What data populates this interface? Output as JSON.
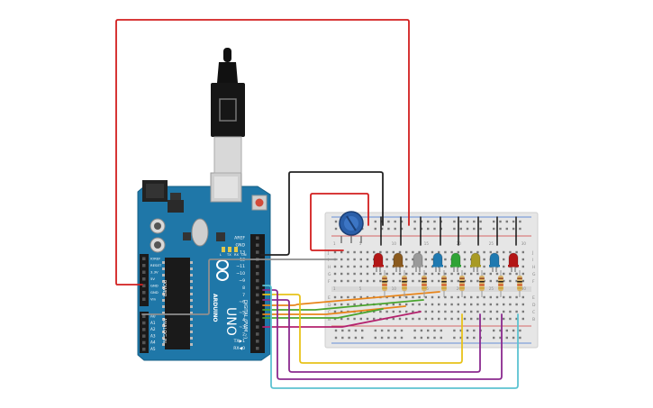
{
  "colors": {
    "background": "#ffffff",
    "arduino_board": "#1f77a8",
    "arduino_dark": "#155f86",
    "breadboard": "#e6e6e6",
    "breadboard_rail_red": "#d23a3a",
    "breadboard_rail_blue": "#3a6fd2",
    "usb_cable": "#111111",
    "wire_red": "#d21f1f",
    "wire_black": "#222222",
    "wire_gray": "#8f8f8f",
    "wire_orange": "#e8851a",
    "wire_green": "#4aa52e",
    "wire_purple": "#8b2a8f",
    "wire_yellow": "#e8c21a",
    "wire_cyan": "#5cc3d1",
    "wire_magenta": "#b4226e",
    "potentiometer": "#2a5ea8"
  },
  "arduino": {
    "brand": "ARDUINO",
    "model": "UNO",
    "digital_label": "DIGITAL (PWM ~)",
    "power_label": "POWER",
    "analog_label": "ANALOG IN",
    "top_pins": [
      "AREF",
      "GND",
      "13",
      "12",
      "~11",
      "~10",
      "~9",
      "8",
      "7",
      "~6",
      "~5",
      "4",
      "~3",
      "2",
      "TX▶1",
      "RX◀0"
    ],
    "power_pins": [
      "IOREF",
      "RESET",
      "3.3V",
      "5V",
      "GND",
      "GND",
      "Vin"
    ],
    "analog_pins": [
      "A0",
      "A1",
      "A2",
      "A3",
      "A4",
      "A5"
    ],
    "small_labels": [
      "L",
      "TX",
      "RX",
      "ON"
    ]
  },
  "leds": {
    "colors": [
      "#b31616",
      "#8a5a1e",
      "#9a9a9a",
      "#1f79b0",
      "#2fa335",
      "#a89a24",
      "#1f79b0",
      "#b31616"
    ]
  },
  "breadboard": {
    "row_letters_top": [
      "J",
      "I",
      "H",
      "G",
      "F"
    ],
    "row_letters_bottom": [
      "E",
      "D",
      "C",
      "B",
      "A"
    ],
    "column_numbers": [
      "1",
      "5",
      "10",
      "15",
      "20",
      "25",
      "30"
    ]
  }
}
